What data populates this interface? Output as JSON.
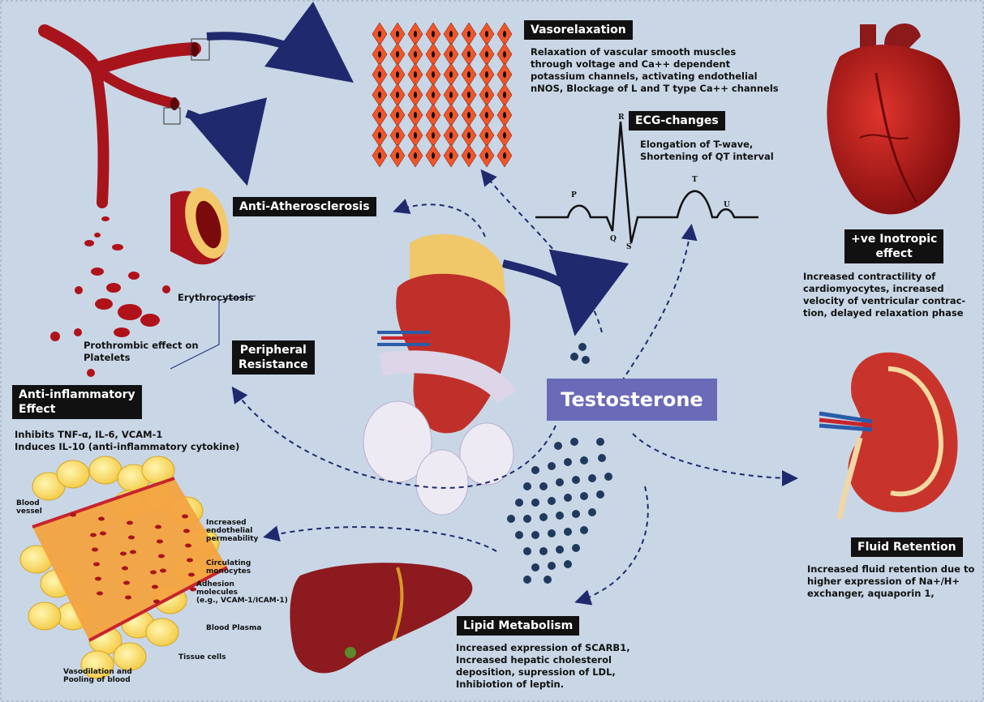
{
  "center": {
    "title": "Testosterone"
  },
  "vasorelaxation": {
    "title": "Vasorelaxation",
    "text": "Relaxation of vascular smooth muscles\nthrough voltage and Ca++ dependent\npotassium channels, activating endothelial\nnNOS, Blockage of L and T type Ca++ channels"
  },
  "ecg": {
    "title": "ECG-changes",
    "text": "Elongation of T-wave,\nShortening of QT interval",
    "waves": [
      "P",
      "Q",
      "R",
      "S",
      "T",
      "U"
    ]
  },
  "inotropic": {
    "title": "+ve Inotropic\neffect",
    "text": "Increased contractility of\ncardiomyocytes, increased\nvelocity of ventricular contrac-\ntion, delayed relaxation phase"
  },
  "atherosclerosis": {
    "title": "Anti-Atherosclerosis"
  },
  "erythrocytosis": {
    "label": "Erythrocytosis"
  },
  "prothrombic": {
    "label": "Prothrombic effect on\nPlatelets"
  },
  "peripheral": {
    "title": "Peripheral\nResistance"
  },
  "antiinflammatory": {
    "title": "Anti-inflammatory\nEffect",
    "text": "Inhibits TNF-α, IL-6, VCAM-1\nInduces IL-10 (anti-inflammatory cytokine)"
  },
  "vessel_labels": {
    "blood_vessel": "Blood\nvessel",
    "permeability": "Increased\nendothelial\npermeability",
    "monocytes": "Circulating\nmonocytes",
    "adhesion": "Adhesion\nmolecules\n(e.g., VCAM-1/ICAM-1)",
    "plasma": "Blood Plasma",
    "tissue": "Tissue cells",
    "vasodilation": "Vasodilation and\nPooling of blood"
  },
  "fluid": {
    "title": "Fluid Retention",
    "text": "Increased fluid retention due to\nhigher expression of Na+/H+\nexchanger, aquaporin 1,"
  },
  "lipid": {
    "title": "Lipid Metabolism",
    "text": "Increased expression of SCARB1,\nIncreased hepatic cholesterol\ndeposition, supression of LDL,\nInhibiotion of leptin."
  },
  "colors": {
    "background": "#c9d6e6",
    "arrow": "#1f2a6e",
    "label_bg": "#111111",
    "center_box": "#6a6ab8",
    "blood": "#b0121a"
  }
}
